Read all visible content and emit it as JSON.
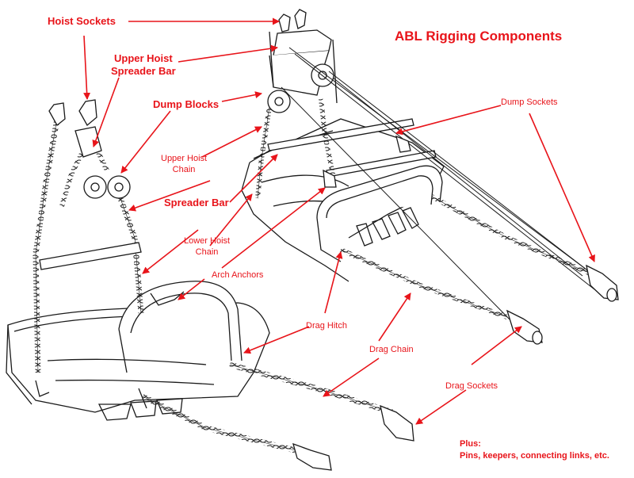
{
  "title": "ABL Rigging Components",
  "labels": {
    "hoist_sockets": "Hoist Sockets",
    "upper_hoist_spreader_bar_line1": "Upper Hoist",
    "upper_hoist_spreader_bar_line2": "Spreader Bar",
    "dump_blocks": "Dump Blocks",
    "upper_hoist_chain_line1": "Upper Hoist",
    "upper_hoist_chain_line2": "Chain",
    "spreader_bar": "Spreader Bar",
    "lower_hoist_chain_line1": "Lower Hoist",
    "lower_hoist_chain_line2": "Chain",
    "arch_anchors": "Arch Anchors",
    "drag_hitch": "Drag Hitch",
    "drag_chain": "Drag Chain",
    "drag_sockets": "Drag Sockets",
    "dump_sockets": "Dump Sockets"
  },
  "footer": {
    "plus_line1": "Plus:",
    "plus_line2": "Pins, keepers, connecting links, etc."
  },
  "colors": {
    "annotation": "#e8141a",
    "line_art": "#1a1a1a"
  }
}
